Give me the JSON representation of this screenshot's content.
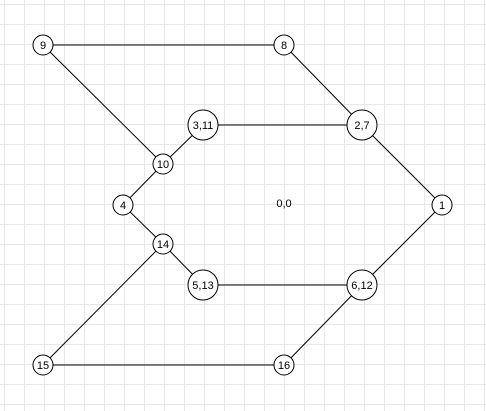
{
  "diagram": {
    "nodes": [
      {
        "id": "n9",
        "label": "9"
      },
      {
        "id": "n8",
        "label": "8"
      },
      {
        "id": "n3_11",
        "label": "3,11"
      },
      {
        "id": "n2_7",
        "label": "2,7"
      },
      {
        "id": "n10",
        "label": "10"
      },
      {
        "id": "n4",
        "label": "4"
      },
      {
        "id": "n1",
        "label": "1"
      },
      {
        "id": "n14",
        "label": "14"
      },
      {
        "id": "n5_13",
        "label": "5,13"
      },
      {
        "id": "n6_12",
        "label": "6,12"
      },
      {
        "id": "n15",
        "label": "15"
      },
      {
        "id": "n16",
        "label": "16"
      }
    ],
    "edges": [
      {
        "from": "n9",
        "to": "n8"
      },
      {
        "from": "n9",
        "to": "n10"
      },
      {
        "from": "n8",
        "to": "n2_7"
      },
      {
        "from": "n3_11",
        "to": "n2_7"
      },
      {
        "from": "n3_11",
        "to": "n10"
      },
      {
        "from": "n2_7",
        "to": "n1"
      },
      {
        "from": "n10",
        "to": "n4"
      },
      {
        "from": "n4",
        "to": "n14"
      },
      {
        "from": "n1",
        "to": "n6_12"
      },
      {
        "from": "n14",
        "to": "n5_13"
      },
      {
        "from": "n14",
        "to": "n15"
      },
      {
        "from": "n5_13",
        "to": "n6_12"
      },
      {
        "from": "n6_12",
        "to": "n16"
      },
      {
        "from": "n15",
        "to": "n16"
      }
    ],
    "center_label": "0,0"
  }
}
